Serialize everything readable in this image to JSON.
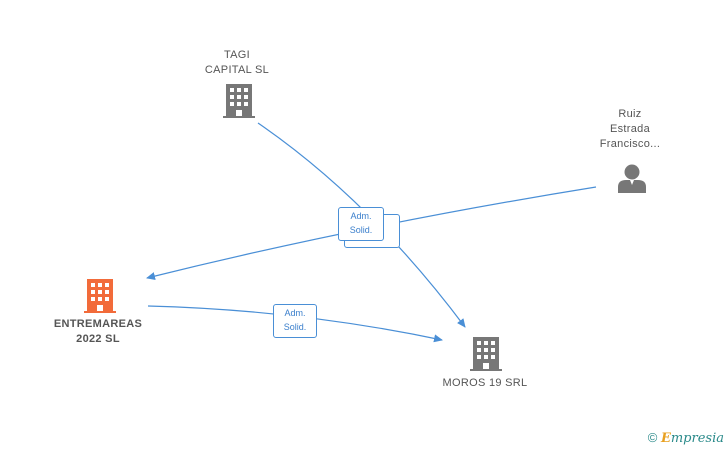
{
  "nodes": {
    "tagi": {
      "label": "TAGI\nCAPITAL  SL",
      "type": "company"
    },
    "ruiz": {
      "label": "Ruiz\nEstrada\nFrancisco...",
      "type": "person"
    },
    "entremareas": {
      "label": "ENTREMAREAS\n2022  SL",
      "type": "company-main"
    },
    "moros": {
      "label": "MOROS 19 SRL",
      "type": "company"
    }
  },
  "edges": {
    "label_1": {
      "line1": "Adm.",
      "line2": "Solid."
    },
    "label_2": {
      "line1": "Adm.",
      "line2": "Solid."
    }
  },
  "colors": {
    "edge": "#4a8fd6",
    "company_icon": "#777777",
    "main_icon": "#f26b3a",
    "person_icon": "#777777"
  },
  "footer": {
    "copyright_symbol": "©",
    "brand_first": "E",
    "brand_rest": "mpresia"
  }
}
